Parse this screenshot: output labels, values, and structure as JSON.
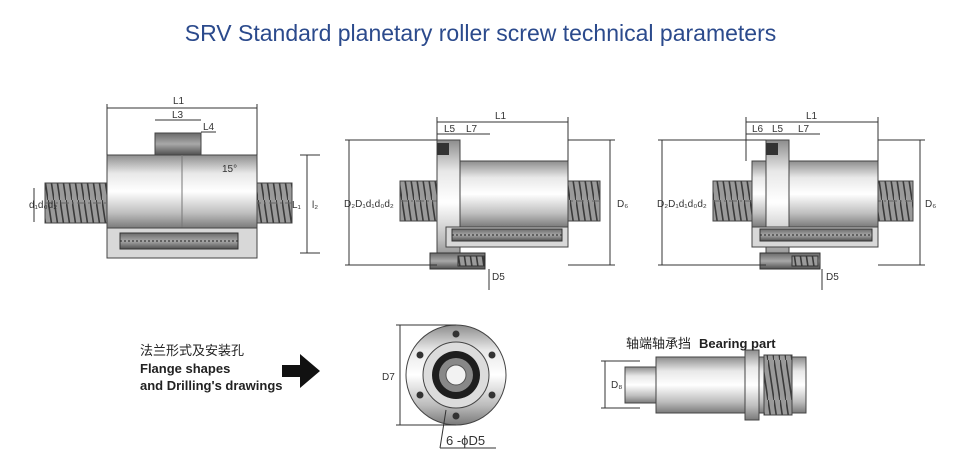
{
  "title": "SRV Standard planetary roller screw technical parameters",
  "diagram1": {
    "L1": "L1",
    "L3": "L3",
    "L4": "L4",
    "angle": "15°",
    "d_left": "d₁d₀d₂",
    "L1_right": "L₁",
    "L_right": "l₂"
  },
  "diagram2": {
    "L1": "L1",
    "L5": "L5",
    "L7": "L7",
    "d_left": "D₂D₁d₁d₀d₂",
    "D_right": "D₆",
    "D5": "D5"
  },
  "diagram3": {
    "L1": "L1",
    "L6": "L6",
    "L5": "L5",
    "L7": "L7",
    "d_left": "D₂D₁d₁d₀d₂",
    "D_right": "D₆",
    "D5": "D5"
  },
  "flange": {
    "label_cn": "法兰形式及安装孔",
    "label_en_1": "Flange shapes",
    "label_en_2": "and Drilling's drawings",
    "D7": "D7",
    "holes": "6 -ϕD5"
  },
  "bearing": {
    "label_cn": "轴端轴承挡",
    "label_en": "Bearing part",
    "D8": "D₈"
  }
}
